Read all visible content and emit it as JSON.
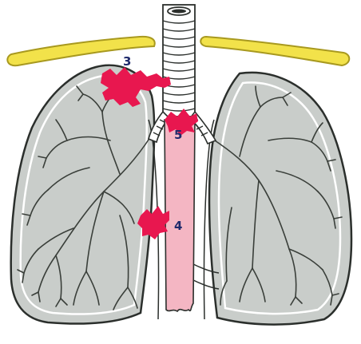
{
  "labels": {
    "marker_3": "3",
    "marker_4": "4",
    "marker_5": "5"
  },
  "colors": {
    "lung_fill": "#c9cdca",
    "lung_outline": "#2b2f2c",
    "bronchi_stroke": "#3a3f3a",
    "clavicle_fill": "#f2e24a",
    "clavicle_outline": "#a8991f",
    "trachea_fill": "#ffffff",
    "esophagus_fill": "#f4b6c3",
    "lesion_fill": "#e8174f",
    "label_color": "#1f2a6b"
  }
}
